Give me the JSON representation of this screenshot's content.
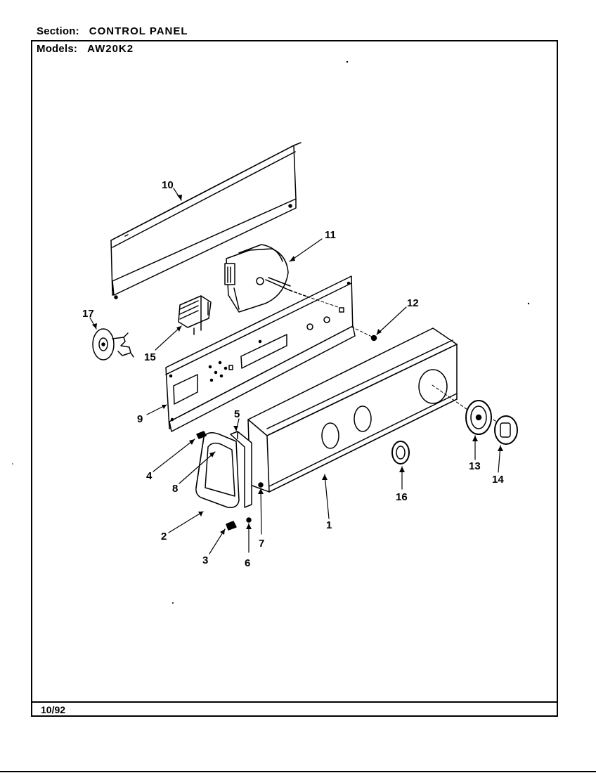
{
  "header": {
    "section_label": "Section:",
    "section_value": "CONTROL PANEL",
    "models_label": "Models:",
    "models_value": "AW20K2"
  },
  "footer": {
    "date": "10/92"
  },
  "callouts": {
    "c1": "1",
    "c2": "2",
    "c3": "3",
    "c4": "4",
    "c5": "5",
    "c6": "6",
    "c7": "7",
    "c8": "8",
    "c9": "9",
    "c10": "10",
    "c11": "11",
    "c12": "12",
    "c13": "13",
    "c14": "14",
    "c15": "15",
    "c16": "16",
    "c17": "17"
  }
}
